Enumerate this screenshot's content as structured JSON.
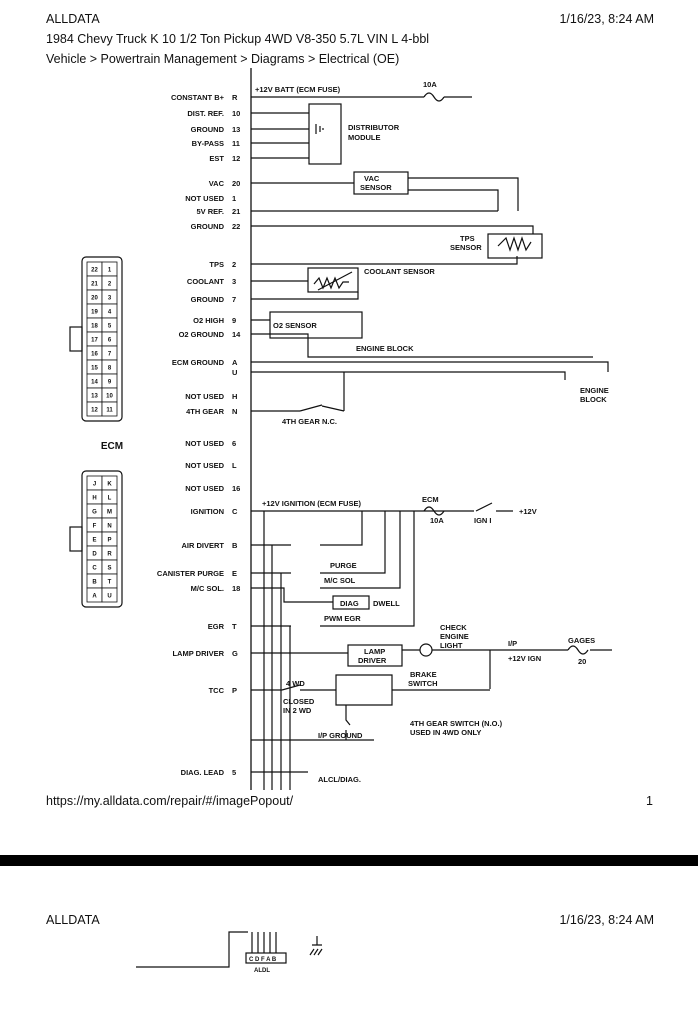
{
  "page1": {
    "header_left": "ALLDATA",
    "header_right": "1/16/23, 8:24 AM",
    "vehicle": "1984 Chevy Truck K 10 1/2 Ton Pickup 4WD V8-350 5.7L VIN L 4-bbl",
    "breadcrumb": "Vehicle > Powertrain Management > Diagrams > Electrical (OE)",
    "footer_url": "https://my.alldata.com/repair/#/imagePopout/",
    "page_number": "1"
  },
  "page2": {
    "header_left": "ALLDATA",
    "header_right": "1/16/23, 8:24 AM",
    "aldl_pins": "C D F A B",
    "aldl_label": "ALDL"
  },
  "diagram": {
    "pins": [
      {
        "name": "CONSTANT B+",
        "pin": "R"
      },
      {
        "name": "DIST. REF.",
        "pin": "10"
      },
      {
        "name": "GROUND",
        "pin": "13"
      },
      {
        "name": "BY-PASS",
        "pin": "11"
      },
      {
        "name": "EST",
        "pin": "12"
      },
      {
        "name": "VAC",
        "pin": "20"
      },
      {
        "name": "NOT USED",
        "pin": "1"
      },
      {
        "name": "5V REF.",
        "pin": "21"
      },
      {
        "name": "GROUND",
        "pin": "22"
      },
      {
        "name": "TPS",
        "pin": "2"
      },
      {
        "name": "COOLANT",
        "pin": "3"
      },
      {
        "name": "GROUND",
        "pin": "7"
      },
      {
        "name": "O2 HIGH",
        "pin": "9"
      },
      {
        "name": "O2 GROUND",
        "pin": "14"
      },
      {
        "name": "ECM GROUND",
        "pin": "A"
      },
      {
        "name": "",
        "pin": "U"
      },
      {
        "name": "NOT USED",
        "pin": "H"
      },
      {
        "name": "4TH GEAR",
        "pin": "N"
      },
      {
        "name": "NOT USED",
        "pin": "6"
      },
      {
        "name": "NOT USED",
        "pin": "L"
      },
      {
        "name": "NOT USED",
        "pin": "16"
      },
      {
        "name": "IGNITION",
        "pin": "C"
      },
      {
        "name": "AIR DIVERT",
        "pin": "B"
      },
      {
        "name": "CANISTER PURGE",
        "pin": "E"
      },
      {
        "name": "M/C SOL.",
        "pin": "18"
      },
      {
        "name": "EGR",
        "pin": "T"
      },
      {
        "name": "LAMP DRIVER",
        "pin": "G"
      },
      {
        "name": "TCC",
        "pin": "P"
      },
      {
        "name": "DIAG. LEAD",
        "pin": "5"
      }
    ],
    "connector_top_rows": [
      [
        "22",
        "1"
      ],
      [
        "21",
        "2"
      ],
      [
        "20",
        "3"
      ],
      [
        "19",
        "4"
      ],
      [
        "18",
        "5"
      ],
      [
        "17",
        "6"
      ],
      [
        "16",
        "7"
      ],
      [
        "15",
        "8"
      ],
      [
        "14",
        "9"
      ],
      [
        "13",
        "10"
      ],
      [
        "12",
        "11"
      ]
    ],
    "connector_bottom_rows": [
      [
        "J",
        "K"
      ],
      [
        "H",
        "L"
      ],
      [
        "G",
        "M"
      ],
      [
        "F",
        "N"
      ],
      [
        "E",
        "P"
      ],
      [
        "D",
        "R"
      ],
      [
        "C",
        "S"
      ],
      [
        "B",
        "T"
      ],
      [
        "A",
        "U"
      ]
    ],
    "ecm_label": "ECM",
    "labels": {
      "batt": "+12V BATT (ECM FUSE)",
      "fuse_10a_top": "10A",
      "distributor": "DISTRIBUTOR",
      "module": "MODULE",
      "vac_sensor_1": "VAC",
      "vac_sensor_2": "SENSOR",
      "tps_sensor_1": "TPS",
      "tps_sensor_2": "SENSOR",
      "coolant_sensor": "COOLANT SENSOR",
      "o2_sensor": "O2 SENSOR",
      "engine_block_1": "ENGINE BLOCK",
      "engine_block_2a": "ENGINE",
      "engine_block_2b": "BLOCK",
      "gear_nc": "4TH GEAR N.C.",
      "ign_fuse": "+12V IGNITION (ECM FUSE)",
      "ecm": "ECM",
      "fuse_10a": "10A",
      "ign_i": "IGN I",
      "plus12v": "+12V",
      "purge": "PURGE",
      "mc_sol": "M/C SOL",
      "diag": "DIAG",
      "dwell": "DWELL",
      "pwm_egr": "PWM EGR",
      "check": "CHECK",
      "engine": "ENGINE",
      "light": "LIGHT",
      "ip": "I/P",
      "ip_12v": "+12V IGN",
      "gages": "GAGES",
      "gages_20": "20",
      "lamp": "LAMP",
      "driver": "DRIVER",
      "brake_1": "BRAKE",
      "brake_2": "SWITCH",
      "four_wd": "4 WD",
      "closed_1": "CLOSED",
      "closed_2": "IN 2 WD",
      "gear_sw_1": "4TH GEAR SWITCH (N.O.)",
      "gear_sw_2": "USED IN 4WD ONLY",
      "ip_ground": "I/P GROUND",
      "alcl": "ALCL/DIAG."
    }
  }
}
